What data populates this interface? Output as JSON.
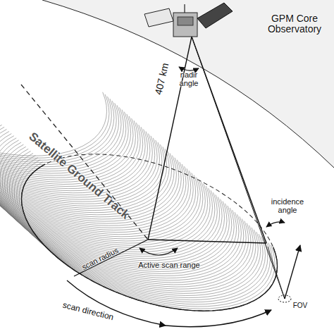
{
  "diagram": {
    "labels": [
      "GPM Core Observatory",
      "407 km",
      "nadir angle",
      "Satellite Ground Track",
      "incidence angle",
      "scan radius",
      "Active scan range",
      "scan direction",
      "FOV"
    ]
  }
}
